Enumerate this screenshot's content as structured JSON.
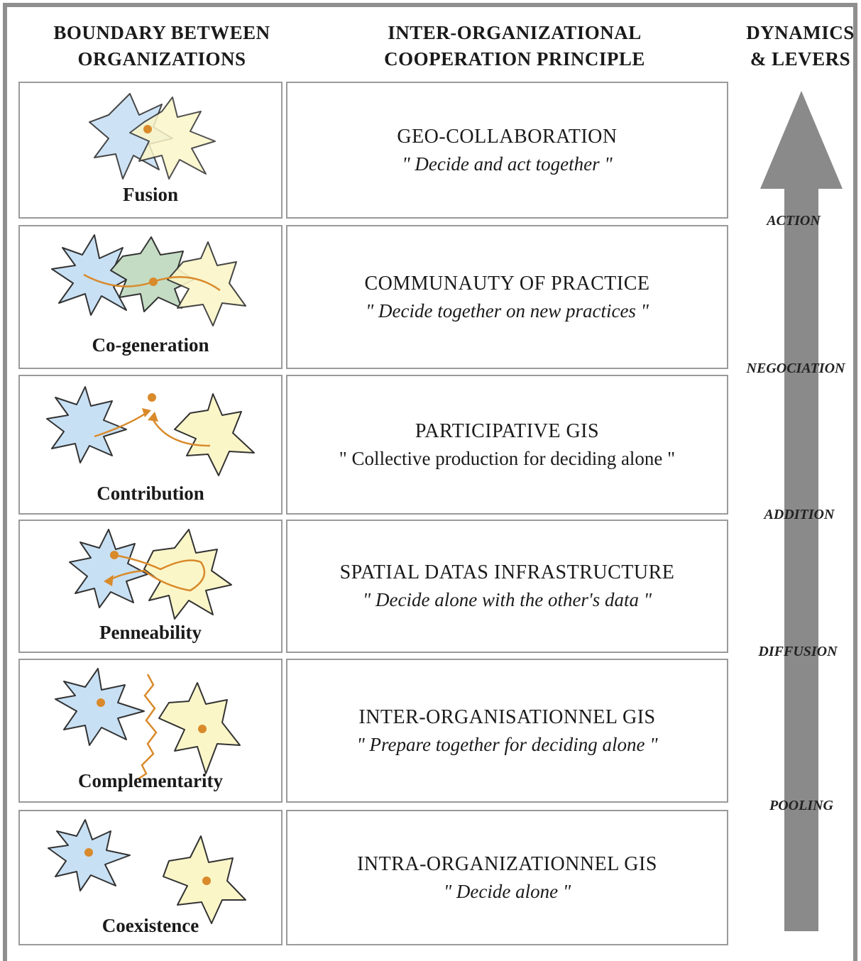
{
  "headers": {
    "boundary": [
      "BOUNDARY BETWEEN",
      "ORGANIZATIONS"
    ],
    "principle": [
      "INTER-ORGANIZATIONAL",
      "COOPERATION PRINCIPLE"
    ],
    "dynamics": [
      "DYNAMICS",
      "& LEVERS"
    ]
  },
  "rows": [
    {
      "boundary": "Fusion",
      "principle": "GEO-COLLABORATION",
      "quote": "\" Decide and act together \"",
      "quote_italic": true
    },
    {
      "boundary": "Co-generation",
      "principle": "COMMUNAUTY OF PRACTICE",
      "quote": "\" Decide together on new practices \"",
      "quote_italic": true
    },
    {
      "boundary": "Contribution",
      "principle": "PARTICIPATIVE GIS",
      "quote": "\" Collective production for deciding alone \"",
      "quote_italic": false
    },
    {
      "boundary": "Penneability",
      "principle": "SPATIAL DATAS INFRASTRUCTURE",
      "quote": "\" Decide alone with the other's data \"",
      "quote_italic": true
    },
    {
      "boundary": "Complementarity",
      "principle": "INTER-ORGANISATIONNEL GIS",
      "quote": "\" Prepare together for deciding alone \"",
      "quote_italic": true
    },
    {
      "boundary": "Coexistence",
      "principle": "INTRA-ORGANIZATIONNEL GIS",
      "quote": "\" Decide alone \"",
      "quote_italic": true
    }
  ],
  "levers": [
    "ACTION",
    "NEGOCIATION",
    "ADDITION",
    "DIFFUSION",
    "POOLING"
  ],
  "colors": {
    "blue_org": "#c8e0f4",
    "yellow_org": "#fbf6c8",
    "green_overlap": "#c4dcc4",
    "accent_orange": "#d98a2b",
    "arrow_gray": "#8a8a8a",
    "border_gray": "#9a9a9a"
  }
}
